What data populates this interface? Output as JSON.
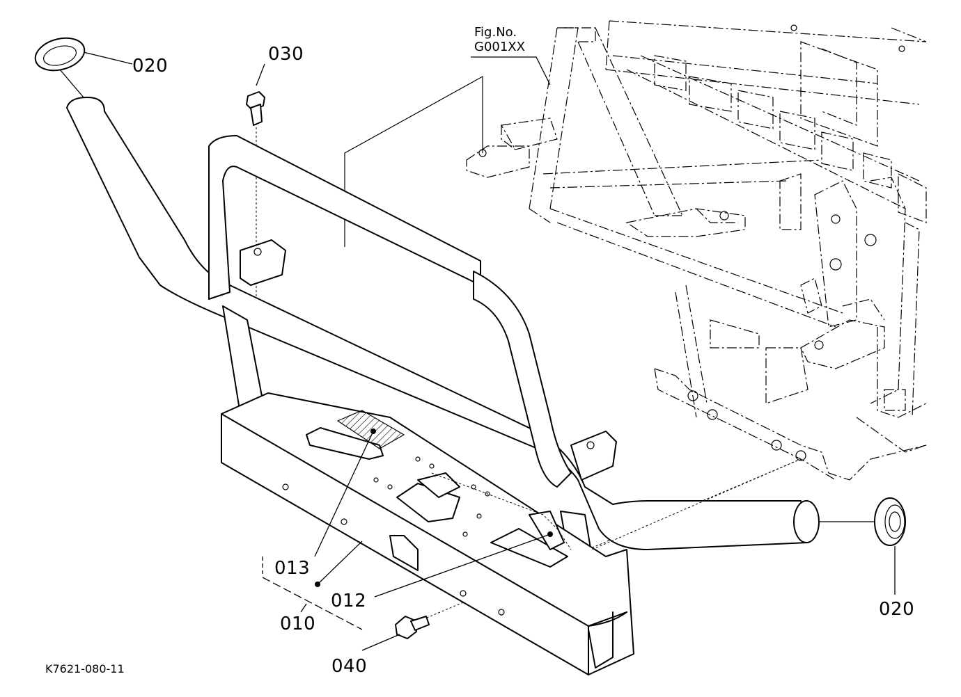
{
  "callouts": [
    {
      "id": "c020a",
      "text": "020"
    },
    {
      "id": "c030",
      "text": "030"
    },
    {
      "id": "c013",
      "text": "013"
    },
    {
      "id": "c012",
      "text": "012"
    },
    {
      "id": "c010",
      "text": "010"
    },
    {
      "id": "c040",
      "text": "040"
    },
    {
      "id": "c020b",
      "text": "020"
    }
  ],
  "figure_ref": {
    "line1": "Fig.No.",
    "line2": "G001XX"
  },
  "drawing_code": "K7621-080-11"
}
